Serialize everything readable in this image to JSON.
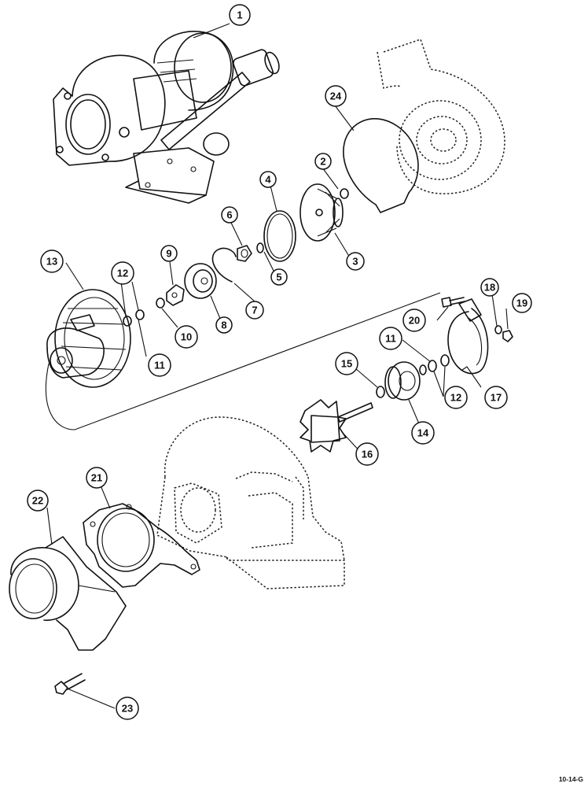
{
  "callouts": [
    {
      "id": "1",
      "label": "1"
    },
    {
      "id": "2",
      "label": "2"
    },
    {
      "id": "3",
      "label": "3"
    },
    {
      "id": "4",
      "label": "4"
    },
    {
      "id": "5",
      "label": "5"
    },
    {
      "id": "6",
      "label": "6"
    },
    {
      "id": "7",
      "label": "7"
    },
    {
      "id": "8",
      "label": "8"
    },
    {
      "id": "9",
      "label": "9"
    },
    {
      "id": "10",
      "label": "10"
    },
    {
      "id": "11a",
      "label": "11"
    },
    {
      "id": "11b",
      "label": "11"
    },
    {
      "id": "12a",
      "label": "12"
    },
    {
      "id": "12b",
      "label": "12"
    },
    {
      "id": "13",
      "label": "13"
    },
    {
      "id": "14",
      "label": "14"
    },
    {
      "id": "15",
      "label": "15"
    },
    {
      "id": "16",
      "label": "16"
    },
    {
      "id": "17",
      "label": "17"
    },
    {
      "id": "18",
      "label": "18"
    },
    {
      "id": "19",
      "label": "19"
    },
    {
      "id": "20",
      "label": "20"
    },
    {
      "id": "21",
      "label": "21"
    },
    {
      "id": "22",
      "label": "22"
    },
    {
      "id": "23",
      "label": "23"
    },
    {
      "id": "24",
      "label": "24"
    }
  ],
  "figure_code": "10-14-G"
}
